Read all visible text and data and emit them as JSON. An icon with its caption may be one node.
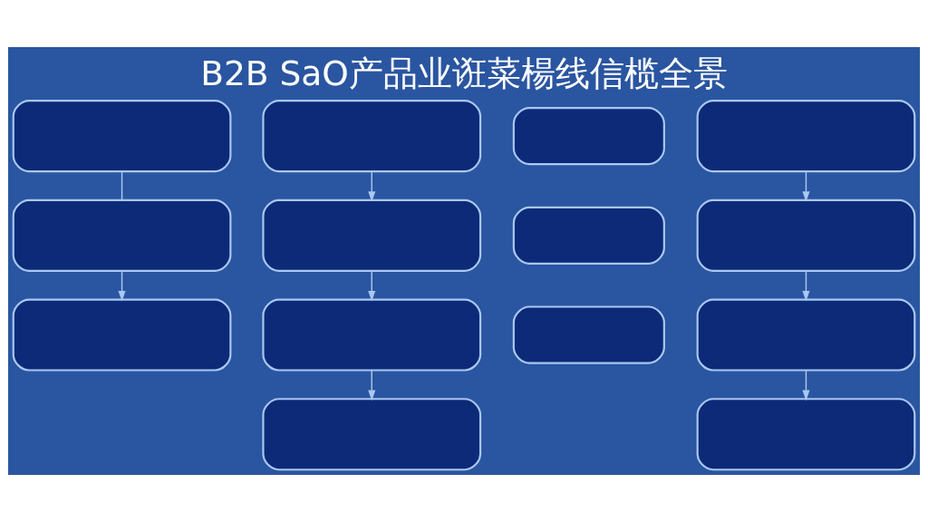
{
  "diagram": {
    "title": "B2B SaO产品业诳菜楊线信榄全景",
    "nodes": [
      {
        "text": [],
        "shape": "box"
      },
      {
        "text": [],
        "shape": "box"
      },
      {
        "text": [],
        "shape": "box"
      },
      {
        "text": [],
        "shape": "box"
      },
      {
        "text": [],
        "shape": "box"
      },
      {
        "text": [],
        "shape": "box"
      },
      {
        "text": [],
        "shape": "box"
      },
      {
        "text": [],
        "shape": "box"
      },
      {
        "text": [],
        "shape": "box"
      },
      {
        "text": [],
        "shape": "box"
      },
      {
        "text": [],
        "shape": "box"
      },
      {
        "text": [],
        "shape": "box"
      },
      {
        "text": [],
        "shape": "box"
      },
      {
        "text": [],
        "shape": "box"
      }
    ],
    "edges": [
      {
        "from": 0,
        "to": 1,
        "arrow": "none"
      },
      {
        "from": 1,
        "to": 2,
        "arrow": "to"
      },
      {
        "from": 3,
        "to": 4,
        "arrow": "to"
      },
      {
        "from": 4,
        "to": 5,
        "arrow": "to"
      },
      {
        "from": 5,
        "to": 6,
        "arrow": "to"
      },
      {
        "from": 10,
        "to": 11,
        "arrow": "to"
      },
      {
        "from": 11,
        "to": 12,
        "arrow": "to"
      },
      {
        "from": 12,
        "to": 13,
        "arrow": "to"
      }
    ]
  }
}
